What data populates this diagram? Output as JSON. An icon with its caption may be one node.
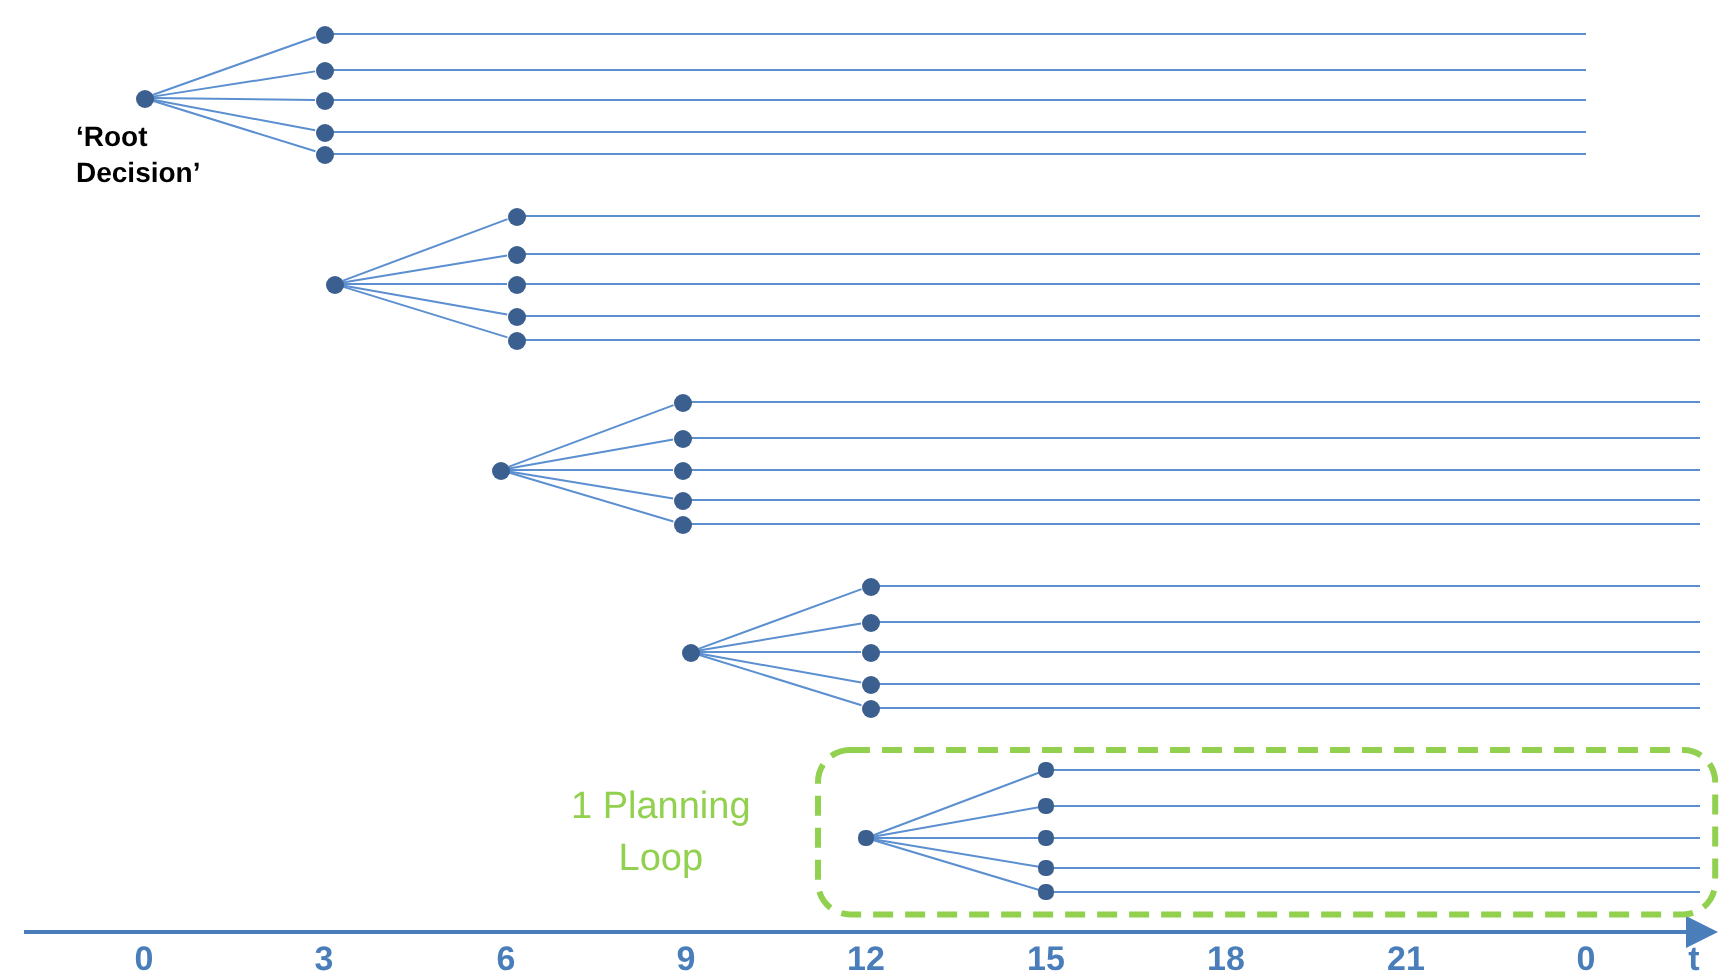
{
  "diagram": {
    "nodes": [
      {
        "text": [],
        "shape": "circle",
        "beside": [
          "‘Root Decision’"
        ]
      },
      {
        "text": [],
        "shape": "circle"
      },
      {
        "text": [],
        "shape": "circle"
      },
      {
        "text": [],
        "shape": "circle"
      },
      {
        "text": [],
        "shape": "circle"
      },
      {
        "text": [],
        "shape": "circle"
      },
      {
        "text": [],
        "shape": "circle"
      },
      {
        "text": [],
        "shape": "circle"
      },
      {
        "text": [],
        "shape": "circle"
      },
      {
        "text": [],
        "shape": "circle"
      },
      {
        "text": [],
        "shape": "circle"
      },
      {
        "text": [],
        "shape": "circle"
      },
      {
        "text": [],
        "shape": "circle"
      },
      {
        "text": [],
        "shape": "circle"
      },
      {
        "text": [],
        "shape": "circle"
      },
      {
        "text": [],
        "shape": "circle"
      },
      {
        "text": [],
        "shape": "circle"
      },
      {
        "text": [],
        "shape": "circle"
      },
      {
        "text": [],
        "shape": "circle"
      },
      {
        "text": [],
        "shape": "circle"
      },
      {
        "text": [],
        "shape": "circle"
      },
      {
        "text": [],
        "shape": "circle"
      },
      {
        "text": [],
        "shape": "circle"
      },
      {
        "text": [],
        "shape": "circle"
      },
      {
        "text": [
          "1 Planning Loop"
        ]
      },
      {
        "text": [],
        "shape": "circle",
        "in": 24
      },
      {
        "text": [],
        "shape": "circle",
        "in": 24
      },
      {
        "text": [],
        "shape": "circle",
        "in": 24
      },
      {
        "text": [],
        "shape": "circle",
        "in": 24
      },
      {
        "text": [],
        "shape": "circle",
        "in": 24
      },
      {
        "text": [],
        "shape": "circle",
        "in": 24
      }
    ],
    "edges": [
      {
        "from": 0,
        "to": 1,
        "arrow": "none"
      },
      {
        "from": 0,
        "to": 2,
        "arrow": "none"
      },
      {
        "from": 0,
        "to": 3,
        "arrow": "none"
      },
      {
        "from": 0,
        "to": 4,
        "arrow": "none"
      },
      {
        "from": 0,
        "to": 5,
        "arrow": "none"
      },
      {
        "from": 1,
        "to": null,
        "arrow": "none"
      },
      {
        "from": 2,
        "to": null,
        "arrow": "none"
      },
      {
        "from": 3,
        "to": null,
        "arrow": "none"
      },
      {
        "from": 4,
        "to": null,
        "arrow": "none"
      },
      {
        "from": 5,
        "to": null,
        "arrow": "none"
      },
      {
        "from": 6,
        "to": 7,
        "arrow": "none"
      },
      {
        "from": 6,
        "to": 8,
        "arrow": "none"
      },
      {
        "from": 6,
        "to": 9,
        "arrow": "none"
      },
      {
        "from": 6,
        "to": 10,
        "arrow": "none"
      },
      {
        "from": 6,
        "to": 11,
        "arrow": "none"
      },
      {
        "from": 7,
        "to": null,
        "arrow": "none"
      },
      {
        "from": 8,
        "to": null,
        "arrow": "none"
      },
      {
        "from": 9,
        "to": null,
        "arrow": "none"
      },
      {
        "from": 10,
        "to": null,
        "arrow": "none"
      },
      {
        "from": 11,
        "to": null,
        "arrow": "none"
      },
      {
        "from": 12,
        "to": 13,
        "arrow": "none"
      },
      {
        "from": 12,
        "to": 14,
        "arrow": "none"
      },
      {
        "from": 12,
        "to": 15,
        "arrow": "none"
      },
      {
        "from": 12,
        "to": 16,
        "arrow": "none"
      },
      {
        "from": 12,
        "to": 17,
        "arrow": "none"
      },
      {
        "from": 13,
        "to": null,
        "arrow": "none"
      },
      {
        "from": 14,
        "to": null,
        "arrow": "none"
      },
      {
        "from": 15,
        "to": null,
        "arrow": "none"
      },
      {
        "from": 16,
        "to": null,
        "arrow": "none"
      },
      {
        "from": 17,
        "to": null,
        "arrow": "none"
      },
      {
        "from": 18,
        "to": 19,
        "arrow": "none"
      },
      {
        "from": 18,
        "to": 20,
        "arrow": "none"
      },
      {
        "from": 18,
        "to": 21,
        "arrow": "none"
      },
      {
        "from": 18,
        "to": 22,
        "arrow": "none"
      },
      {
        "from": 18,
        "to": 23,
        "arrow": "none"
      },
      {
        "from": 19,
        "to": null,
        "arrow": "none"
      },
      {
        "from": 20,
        "to": null,
        "arrow": "none"
      },
      {
        "from": 21,
        "to": null,
        "arrow": "none"
      },
      {
        "from": 22,
        "to": null,
        "arrow": "none"
      },
      {
        "from": 23,
        "to": null,
        "arrow": "none"
      },
      {
        "from": 25,
        "to": 26,
        "arrow": "none"
      },
      {
        "from": 25,
        "to": 27,
        "arrow": "none"
      },
      {
        "from": 25,
        "to": 28,
        "arrow": "none"
      },
      {
        "from": 25,
        "to": 29,
        "arrow": "none"
      },
      {
        "from": 25,
        "to": 30,
        "arrow": "none"
      },
      {
        "from": 26,
        "to": null,
        "arrow": "none"
      },
      {
        "from": 27,
        "to": null,
        "arrow": "none"
      },
      {
        "from": 28,
        "to": null,
        "arrow": "none"
      },
      {
        "from": 29,
        "to": null,
        "arrow": "none"
      },
      {
        "from": 30,
        "to": null,
        "arrow": "none"
      }
    ],
    "labels": [
      "0",
      "3",
      "6",
      "9",
      "12",
      "15",
      "18",
      "21",
      "0",
      "t"
    ]
  }
}
